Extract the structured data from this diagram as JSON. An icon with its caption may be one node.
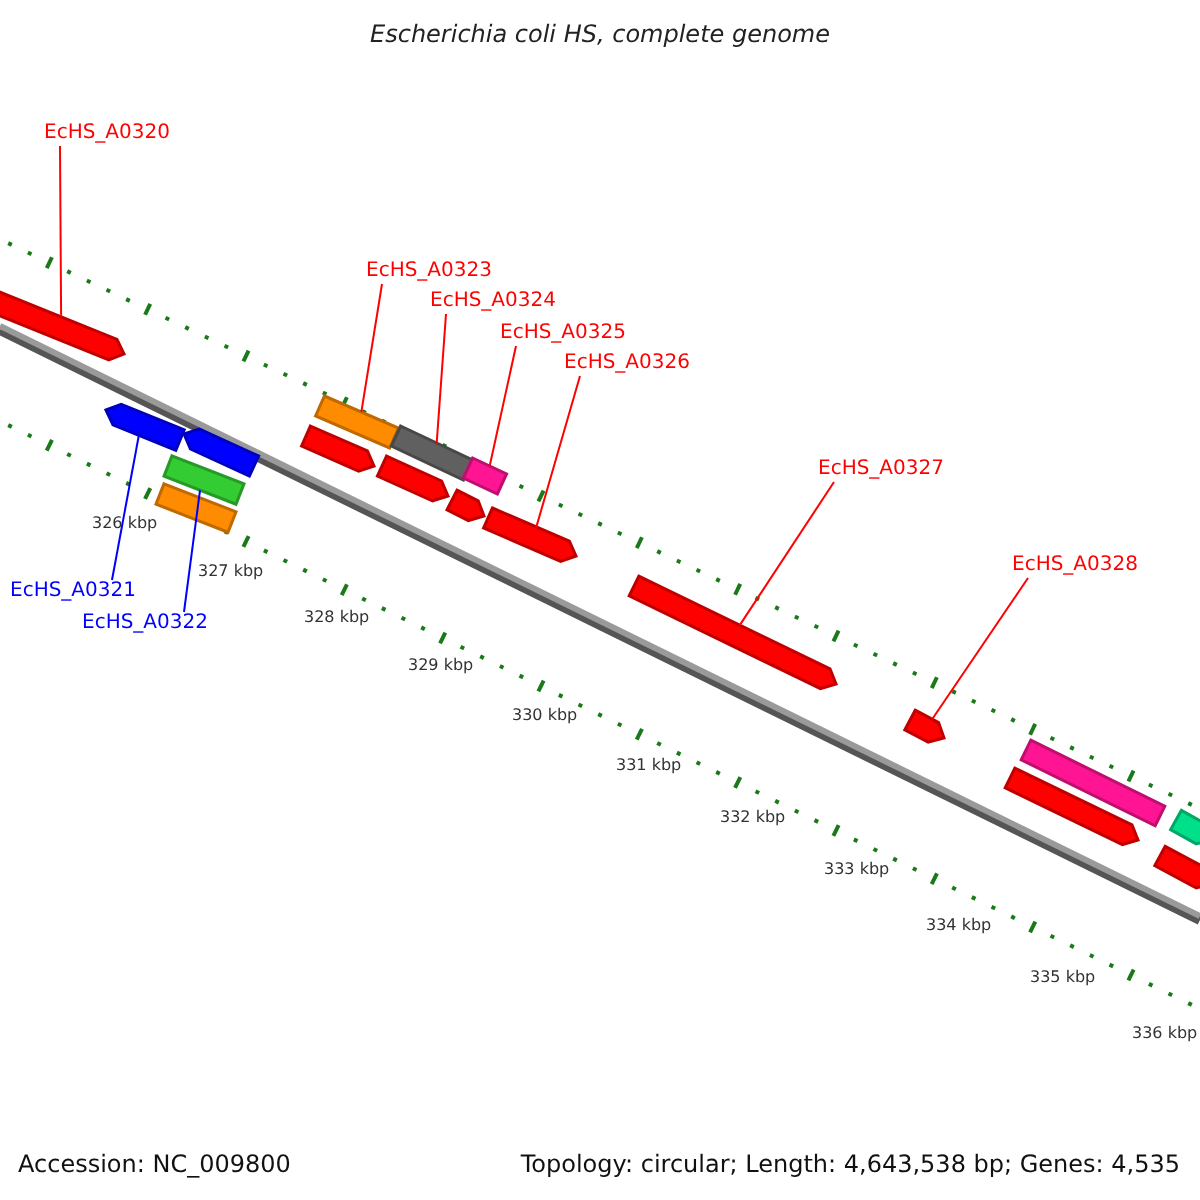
{
  "diagram": {
    "title": "Escherichia coli HS, complete genome",
    "nodes": [
      {
        "text": [
          "EcHS_A0320"
        ]
      },
      {
        "text": [
          "EcHS_A0323"
        ]
      },
      {
        "text": [
          "EcHS_A0324"
        ]
      },
      {
        "text": [
          "EcHS_A0325"
        ]
      },
      {
        "text": [
          "EcHS_A0326"
        ]
      },
      {
        "text": [
          "EcHS_A0327"
        ]
      },
      {
        "text": [
          "EcHS_A0328"
        ]
      },
      {
        "text": [
          "EcHS_A0321"
        ]
      },
      {
        "text": [
          "EcHS_A0322"
        ]
      },
      {
        "text": [],
        "shape": "bar"
      },
      {
        "text": [],
        "shape": "bar"
      },
      {
        "text": [],
        "shape": "bar"
      },
      {
        "text": [],
        "shape": "bar"
      },
      {
        "text": [],
        "shape": "bar"
      },
      {
        "text": [],
        "shape": "bar"
      },
      {
        "text": [],
        "shape": "bar"
      },
      {
        "text": [],
        "shape": "bar"
      },
      {
        "text": [],
        "shape": "bar"
      },
      {
        "text": [],
        "shape": "bar"
      },
      {
        "text": [],
        "shape": "bar"
      },
      {
        "text": [],
        "shape": "bar"
      },
      {
        "text": [],
        "shape": "bar"
      },
      {
        "text": [],
        "shape": "bar"
      },
      {
        "text": [],
        "shape": "bar"
      },
      {
        "text": [],
        "shape": "bar"
      },
      {
        "text": [],
        "shape": "bar"
      },
      {
        "text": [],
        "shape": "bar"
      }
    ],
    "edges": [
      {
        "from": 0,
        "to": 9,
        "arrow": "none"
      },
      {
        "from": 1,
        "to": 15,
        "arrow": "none"
      },
      {
        "from": 2,
        "to": 17,
        "arrow": "none"
      },
      {
        "from": 3,
        "to": 19,
        "arrow": "none"
      },
      {
        "from": 4,
        "to": 20,
        "arrow": "none"
      },
      {
        "from": 5,
        "to": 21,
        "arrow": "none"
      },
      {
        "from": 6,
        "to": 22,
        "arrow": "none"
      },
      {
        "from": 7,
        "to": 10,
        "arrow": "none",
        "color": "#0000ff"
      },
      {
        "from": 8,
        "to": 11,
        "arrow": "none",
        "color": "#0000ff"
      }
    ],
    "labels": [
      "326 kbp",
      "327 kbp",
      "328 kbp",
      "329 kbp",
      "330 kbp",
      "331 kbp",
      "332 kbp",
      "333 kbp",
      "334 kbp",
      "335 kbp",
      "336 kbp",
      "Accession: NC_009800",
      "Topology: circular; Length: 4,643,538 bp; Genes: 4,535"
    ]
  }
}
